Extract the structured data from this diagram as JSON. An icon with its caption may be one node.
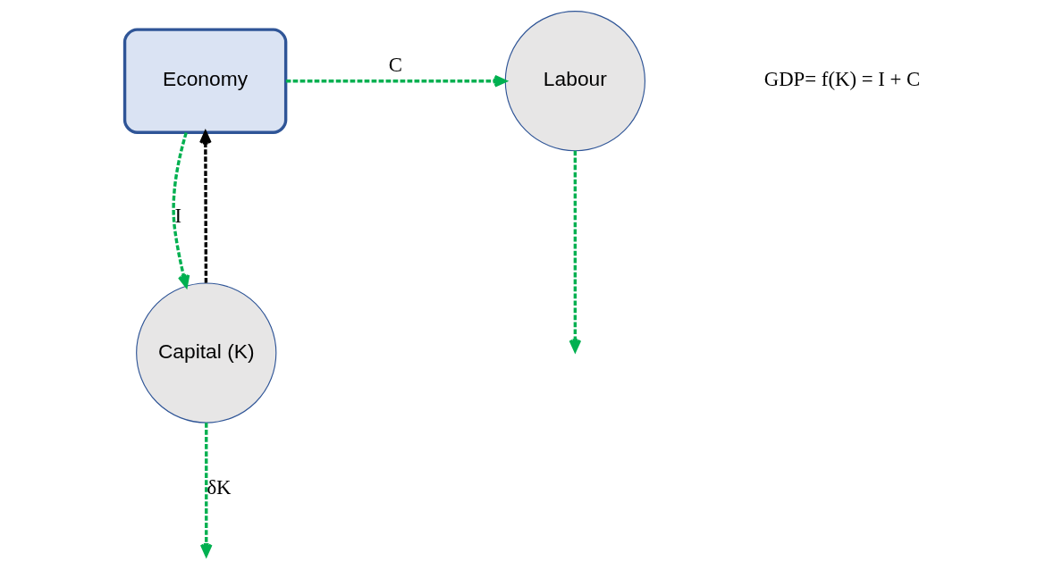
{
  "diagram": {
    "nodes": [
      {
        "text": [
          "Economy"
        ]
      },
      {
        "text": [
          "Labour"
        ]
      },
      {
        "text": [
          "Capital (K)"
        ]
      }
    ],
    "edges": [
      {
        "from": 0,
        "to": 1,
        "arrow": "to",
        "label": "C",
        "style": "dashed"
      },
      {
        "from": 0,
        "to": 2,
        "arrow": "to",
        "label": "I",
        "style": "dashed"
      },
      {
        "from": 2,
        "to": 0,
        "arrow": "to",
        "style": "dashed",
        "color": "#000000"
      },
      {
        "from": 1,
        "to": null,
        "arrow": "to",
        "style": "dashed"
      },
      {
        "from": 2,
        "to": null,
        "arrow": "to",
        "label": "δK",
        "style": "dashed"
      }
    ],
    "labels": [
      "GDP= f(K) = I + C"
    ]
  }
}
